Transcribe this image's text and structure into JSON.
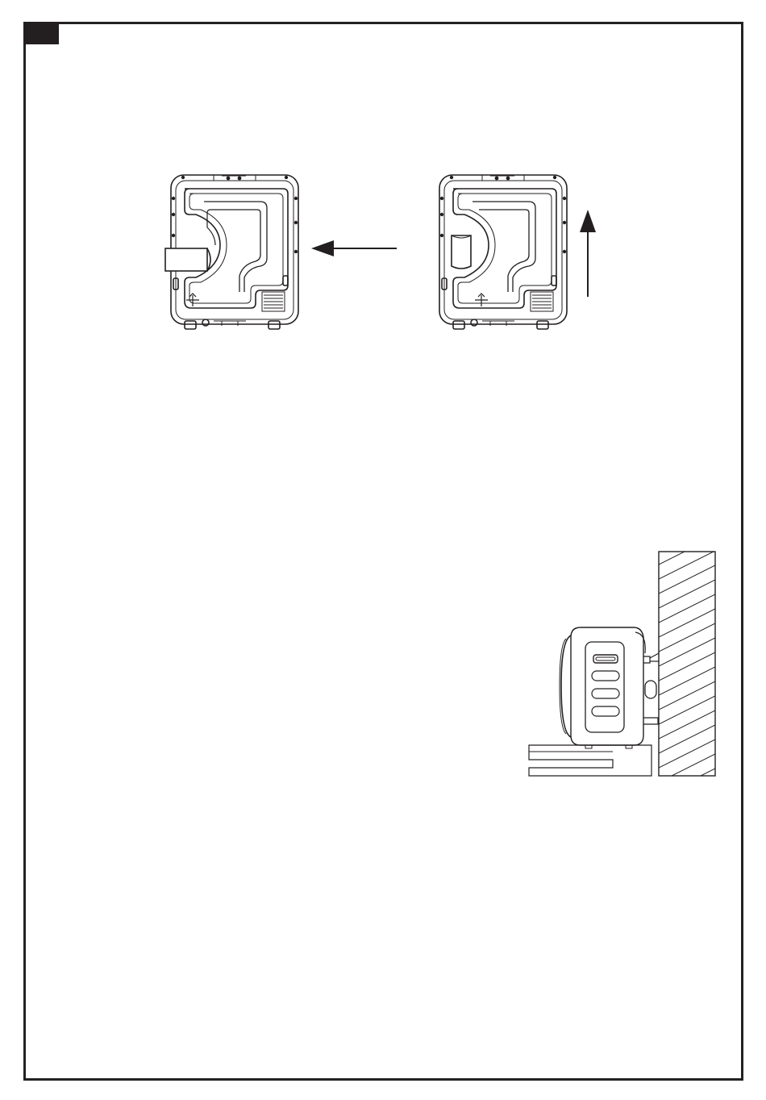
{
  "page": {
    "frame_color": "#222222",
    "tab_color": "#231f20",
    "line_color": "#231f20"
  },
  "figures": [
    {
      "id": "rear-panel-hose-left",
      "icon": "dryer-rear-panel-icon"
    },
    {
      "id": "arrow-left",
      "icon": "arrow-left-icon"
    },
    {
      "id": "rear-panel-hose-up",
      "icon": "dryer-rear-panel-icon"
    },
    {
      "id": "arrow-up",
      "icon": "arrow-up-icon"
    },
    {
      "id": "dryer-side-wall",
      "icon": "dryer-side-view-icon"
    }
  ]
}
